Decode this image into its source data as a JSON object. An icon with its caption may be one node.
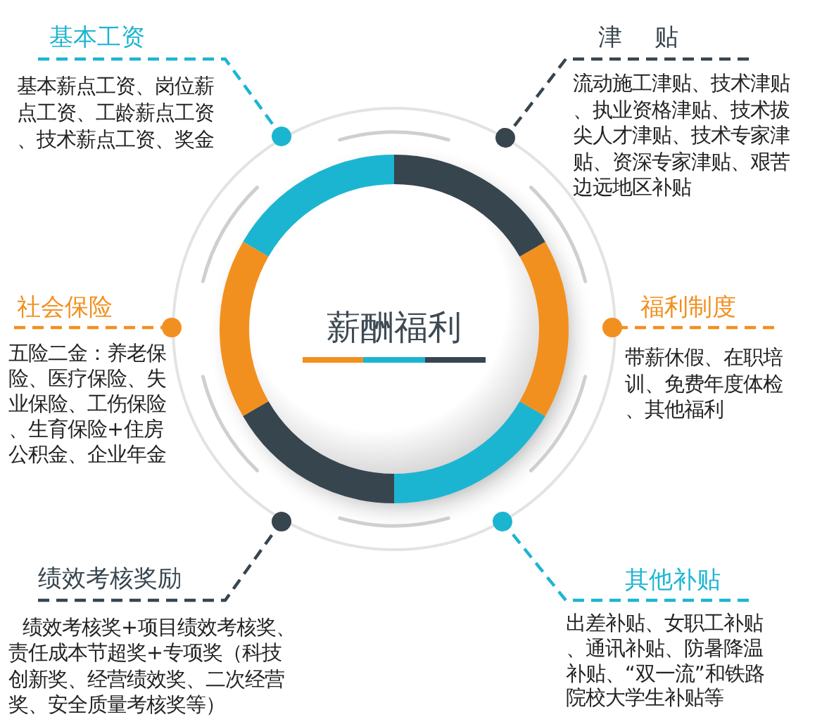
{
  "diagram": {
    "nodes": [
      {
        "text": [
          "基本工资"
        ],
        "beside": [
          "基本薪点工资、岗位薪点工资、工龄薪点工资、技术薪点工资、奖金"
        ]
      },
      {
        "text": [
          "津贴"
        ],
        "beside": [
          "流动施工津贴、技术津贴、执业资格津贴、技术拔尖人才津贴、技术专家津贴、资深专家津贴、艰苦边远地区补贴"
        ]
      },
      {
        "text": [
          "社会保险"
        ],
        "beside": [
          "五险二金：养老保险、医疗保险、失业保险、工伤保险、生育保险+住房公积金、企业年金"
        ]
      },
      {
        "text": [
          "薪酬福利"
        ]
      },
      {
        "text": [
          "福利制度"
        ],
        "beside": [
          "带薪休假、在职培训、免费年度体检、其他福利"
        ]
      },
      {
        "text": [
          "绩效考核奖励"
        ],
        "beside": [
          "绩效考核奖+项目绩效考核奖、责任成本节超奖+专项奖（科技创新奖、经营绩效奖、二次经营奖、安全质量考核奖等）"
        ]
      },
      {
        "text": [
          "其他补贴"
        ],
        "beside": [
          "出差补贴、女职工补贴、通讯补贴、防暑降温补贴、“双一流”和铁路院校大学生补贴等"
        ]
      }
    ],
    "edges": [
      {
        "from": 0,
        "to": 3,
        "arrow": "other",
        "style": "dashed",
        "color": "#1cb5d1"
      },
      {
        "from": 1,
        "to": 3,
        "arrow": "other",
        "style": "dashed",
        "color": "#37454f"
      },
      {
        "from": 2,
        "to": null,
        "arrow": "other",
        "style": "dashed",
        "color": "#f2901f"
      },
      {
        "from": 4,
        "to": null,
        "arrow": "other",
        "style": "dashed",
        "color": "#f2901f"
      },
      {
        "from": 5,
        "to": 3,
        "arrow": "other",
        "style": "dashed",
        "color": "#37454f"
      },
      {
        "from": 6,
        "to": 3,
        "arrow": "other",
        "style": "dashed",
        "color": "#1cb5d1"
      }
    ]
  }
}
